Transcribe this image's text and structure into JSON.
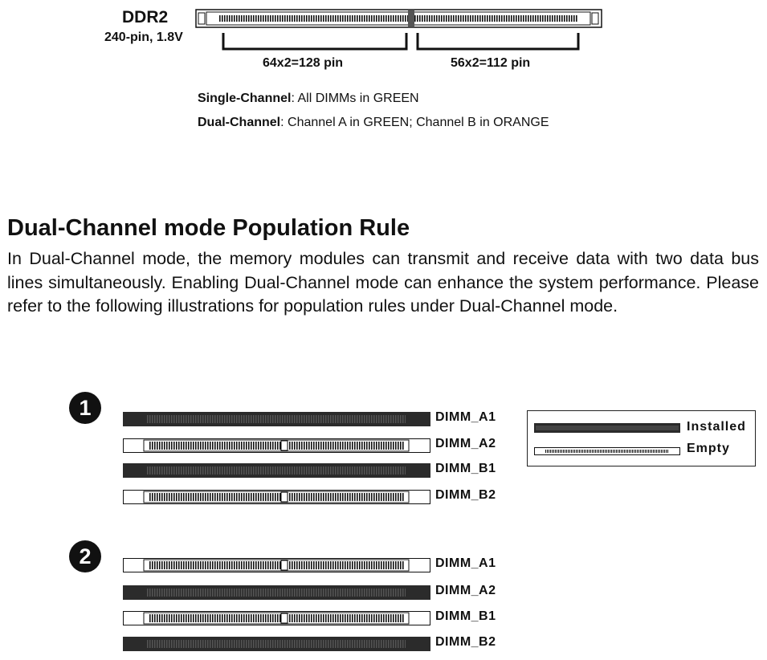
{
  "ddr2": {
    "title": "DDR2",
    "spec": "240-pin, 1.8V",
    "left_segment": "64x2=128 pin",
    "right_segment": "56x2=112 pin"
  },
  "notes": {
    "single_label": "Single-Channel",
    "single_text": ": All DIMMs in GREEN",
    "dual_label": "Dual-Channel",
    "dual_text": ": Channel A in GREEN; Channel B in ORANGE"
  },
  "section": {
    "title": "Dual-Channel mode Population Rule",
    "body": "In Dual-Channel mode, the memory modules can transmit and receive data with two data bus lines simultaneously. Enabling Dual-Channel mode can enhance the system performance. Please refer to the following illustrations for population rules under Dual-Channel mode."
  },
  "legend": {
    "installed": "Installed",
    "empty": "Empty"
  },
  "configs": [
    {
      "step": "1",
      "slots": [
        {
          "label": "DIMM_A1",
          "state": "installed"
        },
        {
          "label": "DIMM_A2",
          "state": "empty"
        },
        {
          "label": "DIMM_B1",
          "state": "installed"
        },
        {
          "label": "DIMM_B2",
          "state": "empty"
        }
      ]
    },
    {
      "step": "2",
      "slots": [
        {
          "label": "DIMM_A1",
          "state": "empty"
        },
        {
          "label": "DIMM_A2",
          "state": "installed"
        },
        {
          "label": "DIMM_B1",
          "state": "empty"
        },
        {
          "label": "DIMM_B2",
          "state": "installed"
        }
      ]
    }
  ]
}
